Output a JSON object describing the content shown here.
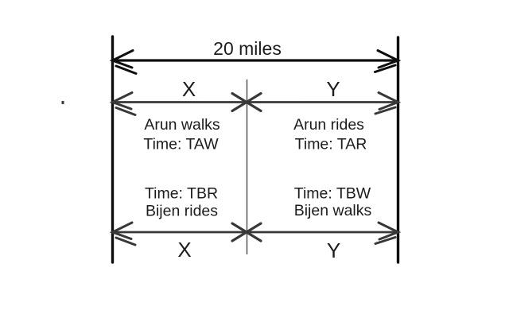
{
  "diagram": {
    "total_label": "20 miles",
    "top_segments": {
      "x": "X",
      "y": "Y"
    },
    "bottom_segments": {
      "x": "X",
      "y": "Y"
    },
    "left_region": {
      "arun_action": "Arun walks",
      "arun_time": "Time: TAW",
      "bijen_time": "Time: TBR",
      "bijen_action": "Bijen rides"
    },
    "right_region": {
      "arun_action": "Arun rides",
      "arun_time": "Time: TAR",
      "bijen_time": "Time: TBW",
      "bijen_action": "Bijen walks"
    },
    "colors": {
      "ink": "#0e0e0e",
      "arrow": "#383838",
      "divider": "#4a4a4a",
      "text": "#1c1c1c",
      "background": "#ffffff"
    }
  }
}
